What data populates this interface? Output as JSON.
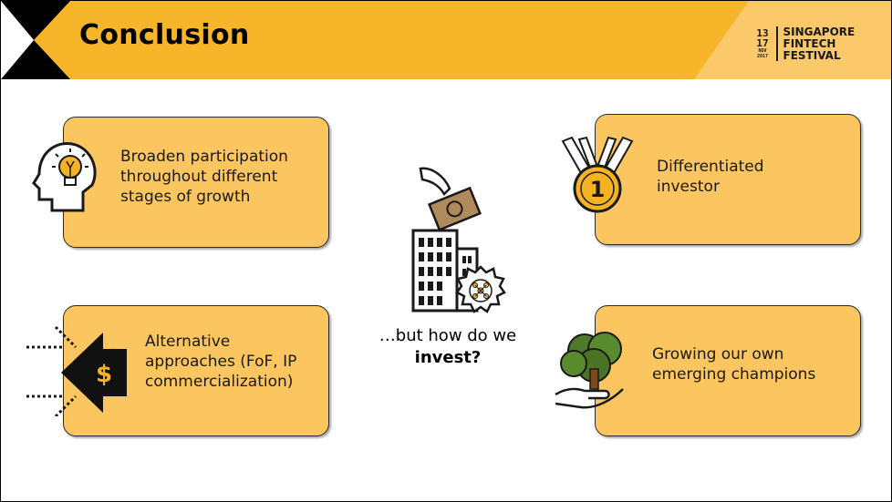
{
  "header": {
    "title": "Conclusion",
    "logo": {
      "date_line1": "13",
      "date_line2": "17",
      "date_line3": "NOV",
      "date_line4": "2017",
      "name_line1": "SINGAPORE",
      "name_line2": "FINTECH",
      "name_line3": "FESTIVAL"
    }
  },
  "cards": {
    "broaden": "Broaden participation\nthroughout different\nstages of growth",
    "alternative": "Alternative\napproaches (FoF, IP\ncommercialization)",
    "differentiated": "Differentiated\ninvestor",
    "growing": "Growing our own\nemerging champions"
  },
  "center": {
    "line1": "…but how do we",
    "line2": "invest?"
  },
  "icons": {
    "medal_number": "1",
    "dollar_symbol": "$"
  },
  "colors": {
    "header_orange": "#f7b52a",
    "header_light": "#fbc86a",
    "card_fill": "#fbc55f",
    "dark": "#1a1a1a"
  }
}
